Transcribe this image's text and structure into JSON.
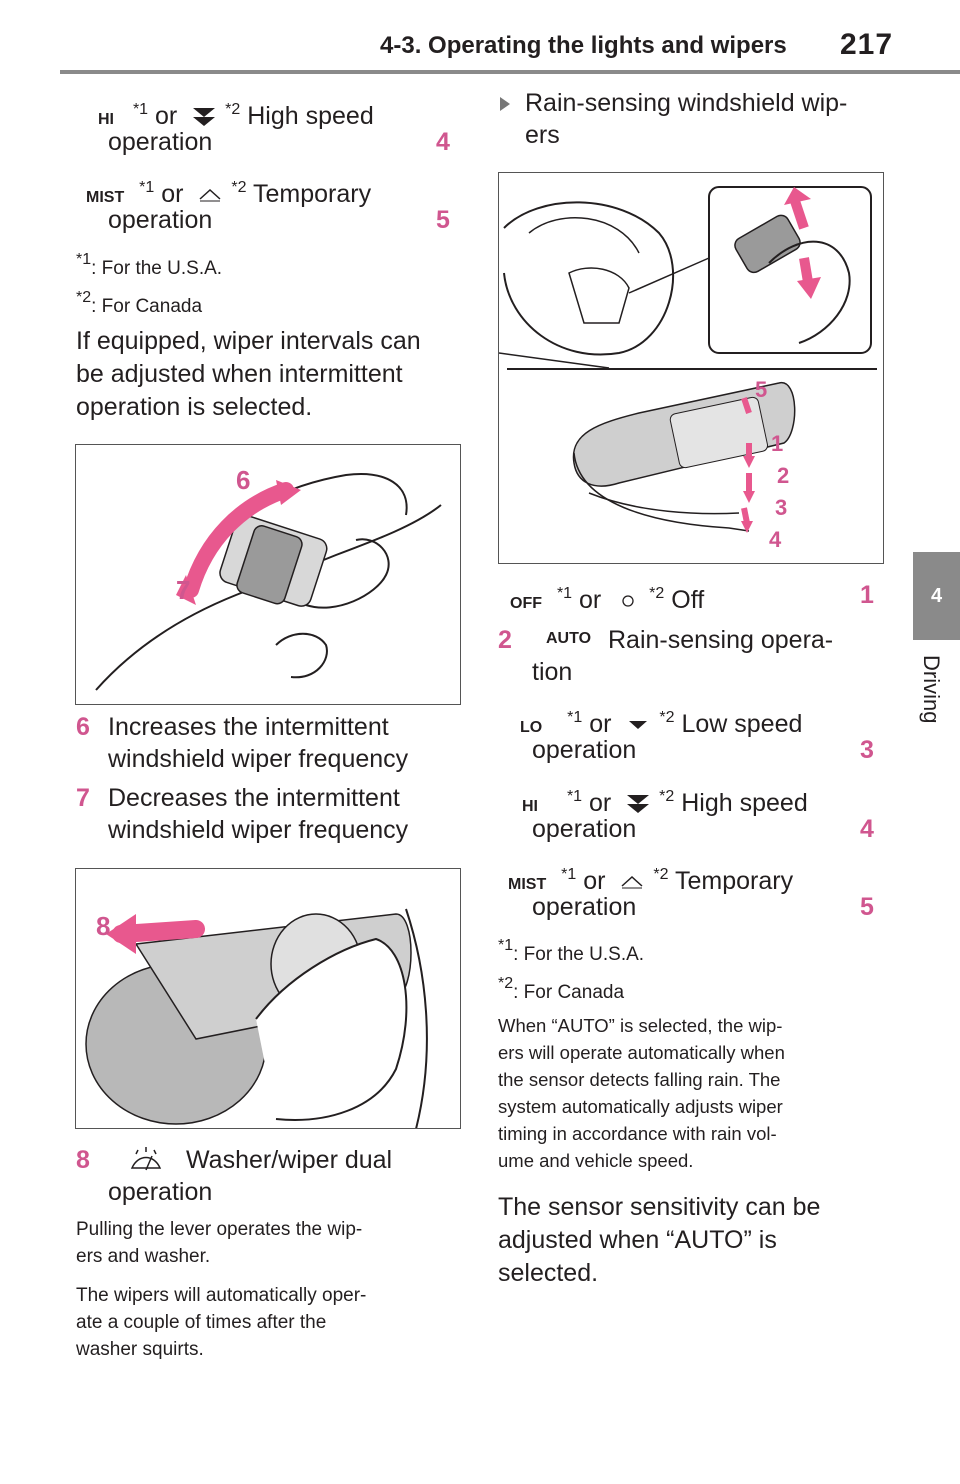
{
  "header": {
    "title": "4-3. Operating the lights and wipers",
    "page": "217"
  },
  "side_tab": {
    "number": "4",
    "label": "Driving"
  },
  "left": {
    "hi_item": {
      "label": "HI",
      "sup1": "*1",
      "or": "or",
      "sup2": "*2",
      "text": "High speed",
      "text2": "operation",
      "num": "4"
    },
    "mist_item": {
      "label": "MIST",
      "sup1": "*1",
      "or": "or",
      "sup2": "*2",
      "text": "Temporary",
      "text2": "operation",
      "num": "5"
    },
    "fn1": {
      "mark": "*1",
      "text": ": For the U.S.A."
    },
    "fn2": {
      "mark": "*2",
      "text": ": For Canada"
    },
    "para1": [
      "If equipped, wiper intervals can",
      "be adjusted when intermittent",
      "operation is selected."
    ],
    "fig1": {
      "callout6": "6",
      "callout7": "7"
    },
    "item6": {
      "num": "6",
      "line1": "Increases the intermittent",
      "line2": "windshield wiper frequency"
    },
    "item7": {
      "num": "7",
      "line1": "Decreases the intermittent",
      "line2": "windshield wiper frequency"
    },
    "fig2": {
      "callout8": "8"
    },
    "item8": {
      "num": "8",
      "line1": "Washer/wiper dual",
      "line2": "operation"
    },
    "para2": [
      "Pulling the lever operates the wip-",
      "ers and washer."
    ],
    "para3": [
      "The wipers will automatically oper-",
      "ate a couple of times after the",
      "washer squirts."
    ]
  },
  "right": {
    "heading": [
      "Rain-sensing windshield wip-",
      "ers"
    ],
    "fig3": {
      "callouts": [
        "5",
        "1",
        "2",
        "3",
        "4"
      ]
    },
    "off_item": {
      "label": "OFF",
      "sup1": "*1",
      "or": "or",
      "sup2": "*2",
      "text": "Off",
      "num": "1"
    },
    "auto_item": {
      "num": "2",
      "label": "AUTO",
      "text": "Rain-sensing opera-",
      "text2": "tion"
    },
    "lo_item": {
      "label": "LO",
      "sup1": "*1",
      "or": "or",
      "sup2": "*2",
      "text": "Low speed",
      "text2": "operation",
      "num": "3"
    },
    "hi_item": {
      "label": "HI",
      "sup1": "*1",
      "or": "or",
      "sup2": "*2",
      "text": "High speed",
      "text2": "operation",
      "num": "4"
    },
    "mist_item": {
      "label": "MIST",
      "sup1": "*1",
      "or": "or",
      "sup2": "*2",
      "text": "Temporary",
      "text2": "operation",
      "num": "5"
    },
    "fn1": {
      "mark": "*1",
      "text": ": For the U.S.A."
    },
    "fn2": {
      "mark": "*2",
      "text": ": For Canada"
    },
    "para1": [
      "When “AUTO” is selected, the wip-",
      "ers will operate automatically when",
      "the sensor detects falling rain. The",
      "system automatically adjusts wiper",
      "timing in accordance with rain vol-",
      "ume and vehicle speed."
    ],
    "para2": [
      "The sensor sensitivity can be",
      "adjusted when “AUTO” is",
      "selected."
    ]
  },
  "colors": {
    "accent": "#d0568f",
    "rule": "#8a8a8a",
    "text": "#231f20"
  }
}
